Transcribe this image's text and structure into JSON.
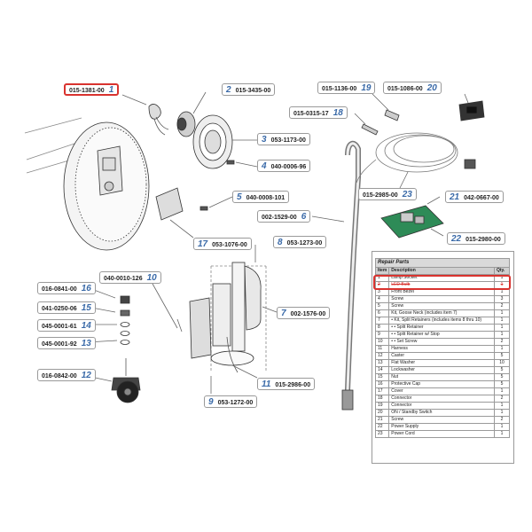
{
  "callouts": [
    {
      "pn": "015-1381-00",
      "num": "1"
    },
    {
      "pn": "015-3435-00",
      "num": "2"
    },
    {
      "pn": "053-1173-00",
      "num": "3"
    },
    {
      "pn": "040-0006-96",
      "num": "4"
    },
    {
      "pn": "040-0008-101",
      "num": "5"
    },
    {
      "pn": "002-1529-00",
      "num": "6"
    },
    {
      "pn": "002-1576-00",
      "num": "7"
    },
    {
      "pn": "053-1273-00",
      "num": "8"
    },
    {
      "pn": "053-1272-00",
      "num": "9"
    },
    {
      "pn": "040-0010-126",
      "num": "10"
    },
    {
      "pn": "015-2986-00",
      "num": "11"
    },
    {
      "pn": "016-0842-00",
      "num": "12"
    },
    {
      "pn": "045-0001-92",
      "num": "13"
    },
    {
      "pn": "045-0001-61",
      "num": "14"
    },
    {
      "pn": "041-0250-06",
      "num": "15"
    },
    {
      "pn": "016-0841-00",
      "num": "16"
    },
    {
      "pn": "053-1076-00",
      "num": "17"
    },
    {
      "pn": "015-0315-17",
      "num": "18"
    },
    {
      "pn": "015-1136-00",
      "num": "19"
    },
    {
      "pn": "015-1086-00",
      "num": "20"
    },
    {
      "pn": "042-0667-00",
      "num": "21"
    },
    {
      "pn": "015-2980-00",
      "num": "22"
    },
    {
      "pn": "015-2985-00",
      "num": "23"
    }
  ],
  "table": {
    "title": "Repair Parts",
    "headers": [
      "Item",
      "Description",
      "Qty."
    ],
    "rows": [
      [
        "1",
        "Lamp Socket",
        "1"
      ],
      [
        "2",
        "LED Bulb",
        "1"
      ],
      [
        "3",
        "Front Bezel",
        "1"
      ],
      [
        "4",
        "Screw",
        "3"
      ],
      [
        "5",
        "Screw",
        "2"
      ],
      [
        "6",
        "Kit, Goose Neck (includes item 7)",
        "1"
      ],
      [
        "7",
        "• Kit, Split Retainers (includes items 8 thru 10)",
        "1"
      ],
      [
        "8",
        "• • Split Retainer",
        "1"
      ],
      [
        "9",
        "• • Split Retainer w/ Stop",
        "1"
      ],
      [
        "10",
        "• • Set Screw",
        "2"
      ],
      [
        "11",
        "Harness",
        "1"
      ],
      [
        "12",
        "Caster",
        "5"
      ],
      [
        "13",
        "Flat Washer",
        "10"
      ],
      [
        "14",
        "Lockwasher",
        "5"
      ],
      [
        "15",
        "Nut",
        "5"
      ],
      [
        "16",
        "Protective Cap",
        "5"
      ],
      [
        "17",
        "Cover",
        "1"
      ],
      [
        "18",
        "Connector",
        "2"
      ],
      [
        "19",
        "Connector",
        "1"
      ],
      [
        "20",
        "ON / Standby Switch",
        "1"
      ],
      [
        "21",
        "Screw",
        "2"
      ],
      [
        "22",
        "Power Supply",
        "1"
      ],
      [
        "23",
        "Power Cord",
        "1"
      ]
    ]
  }
}
